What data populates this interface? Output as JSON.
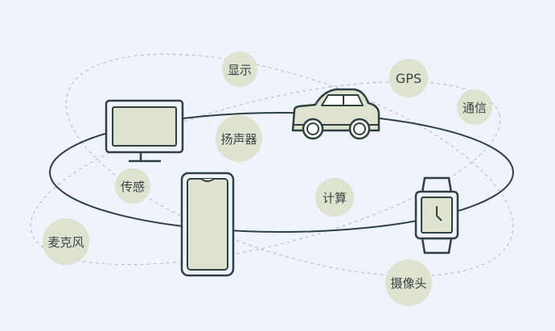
{
  "labels": {
    "display": "显示",
    "gps": "GPS",
    "communication": "通信",
    "speaker": "扬声器",
    "sensor": "传感",
    "compute": "计算",
    "microphone": "麦克风",
    "camera": "摄像头"
  },
  "colors": {
    "background": "#eef4fa",
    "fill": "#dde3cf",
    "stroke": "#2f4040",
    "dashed": "#b0b8b8"
  }
}
